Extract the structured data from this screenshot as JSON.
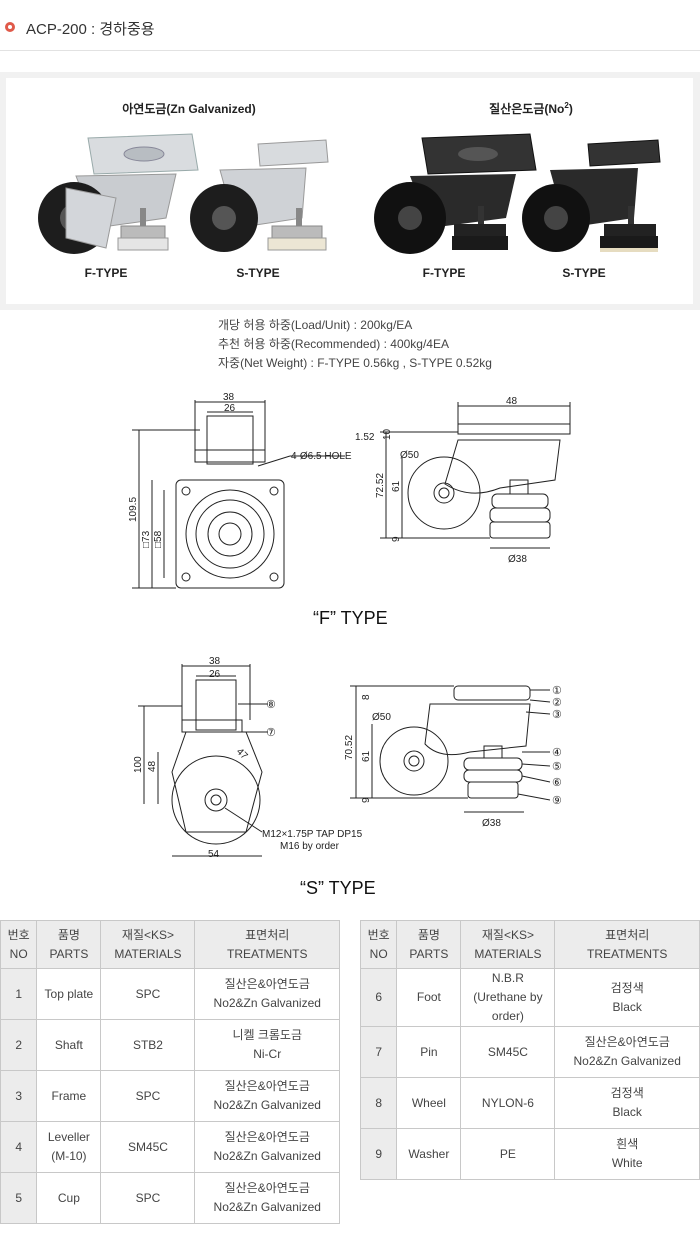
{
  "header": {
    "title": "ACP-200 : 경하중용"
  },
  "photos": {
    "zn_group_label": "아연도금(Zn Galvanized)",
    "no2_group_label_main": "질산은도금(No",
    "no2_group_label_sup": "2",
    "no2_group_label_end": ")",
    "f_type_label": "F-TYPE",
    "s_type_label": "S-TYPE"
  },
  "specs": [
    "개당 허용 하중(Load/Unit) : 200kg/EA",
    "추천 허용 하중(Recommended) : 400kg/4EA",
    "자중(Net Weight) : F-TYPE 0.56kg , S-TYPE 0.52kg"
  ],
  "drawings": {
    "f_type_title": "“F” TYPE",
    "s_type_title": "“S” TYPE",
    "f": {
      "d38": "38",
      "d26": "26",
      "hole": "4-Ø6.5 HOLE",
      "d1095": "109.5",
      "d73": "□73",
      "d58": "□58",
      "d48": "48",
      "d152": "1.52",
      "d10": "10",
      "d7252": "72.52",
      "d61": "61",
      "d9": "9",
      "dw50": "Ø50",
      "dw38": "Ø38"
    },
    "s": {
      "d38": "38",
      "d26": "26",
      "d100": "100",
      "d48": "48",
      "d54": "54",
      "d47": "47",
      "tap": "M12×1.75P TAP DP15",
      "order": "M16 by order",
      "d8": "8",
      "d7052": "70.52",
      "d61": "61",
      "d9": "9",
      "dw50": "Ø50",
      "dw38": "Ø38",
      "callouts": [
        "①",
        "②",
        "③",
        "④",
        "⑤",
        "⑥",
        "⑦",
        "⑧",
        "⑨"
      ]
    }
  },
  "tables": {
    "headers": [
      [
        "번호",
        "NO"
      ],
      [
        "품명",
        "PARTS"
      ],
      [
        "재질<KS>",
        "MATERIALS"
      ],
      [
        "표면처리",
        "TREATMENTS"
      ]
    ],
    "left": [
      {
        "no": "1",
        "part": [
          "Top plate"
        ],
        "mat": [
          "SPC"
        ],
        "treat": [
          "질산은&아연도금",
          "No2&Zn Galvanized"
        ]
      },
      {
        "no": "2",
        "part": [
          "Shaft"
        ],
        "mat": [
          "STB2"
        ],
        "treat": [
          "니켈 크롬도금",
          "Ni-Cr"
        ]
      },
      {
        "no": "3",
        "part": [
          "Frame"
        ],
        "mat": [
          "SPC"
        ],
        "treat": [
          "질산은&아연도금",
          "No2&Zn Galvanized"
        ]
      },
      {
        "no": "4",
        "part": [
          "Leveller",
          "(M-10)"
        ],
        "mat": [
          "SM45C"
        ],
        "treat": [
          "질산은&아연도금",
          "No2&Zn Galvanized"
        ]
      },
      {
        "no": "5",
        "part": [
          "Cup"
        ],
        "mat": [
          "SPC"
        ],
        "treat": [
          "질산은&아연도금",
          "No2&Zn Galvanized"
        ]
      }
    ],
    "right": [
      {
        "no": "6",
        "part": [
          "Foot"
        ],
        "mat": [
          "N.B.R",
          "(Urethane by order)"
        ],
        "treat": [
          "검정색",
          "Black"
        ]
      },
      {
        "no": "7",
        "part": [
          "Pin"
        ],
        "mat": [
          "SM45C"
        ],
        "treat": [
          "질산은&아연도금",
          "No2&Zn Galvanized"
        ]
      },
      {
        "no": "8",
        "part": [
          "Wheel"
        ],
        "mat": [
          "NYLON-6"
        ],
        "treat": [
          "검정색",
          "Black"
        ]
      },
      {
        "no": "9",
        "part": [
          "Washer"
        ],
        "mat": [
          "PE"
        ],
        "treat": [
          "흰색",
          "White"
        ]
      }
    ]
  }
}
